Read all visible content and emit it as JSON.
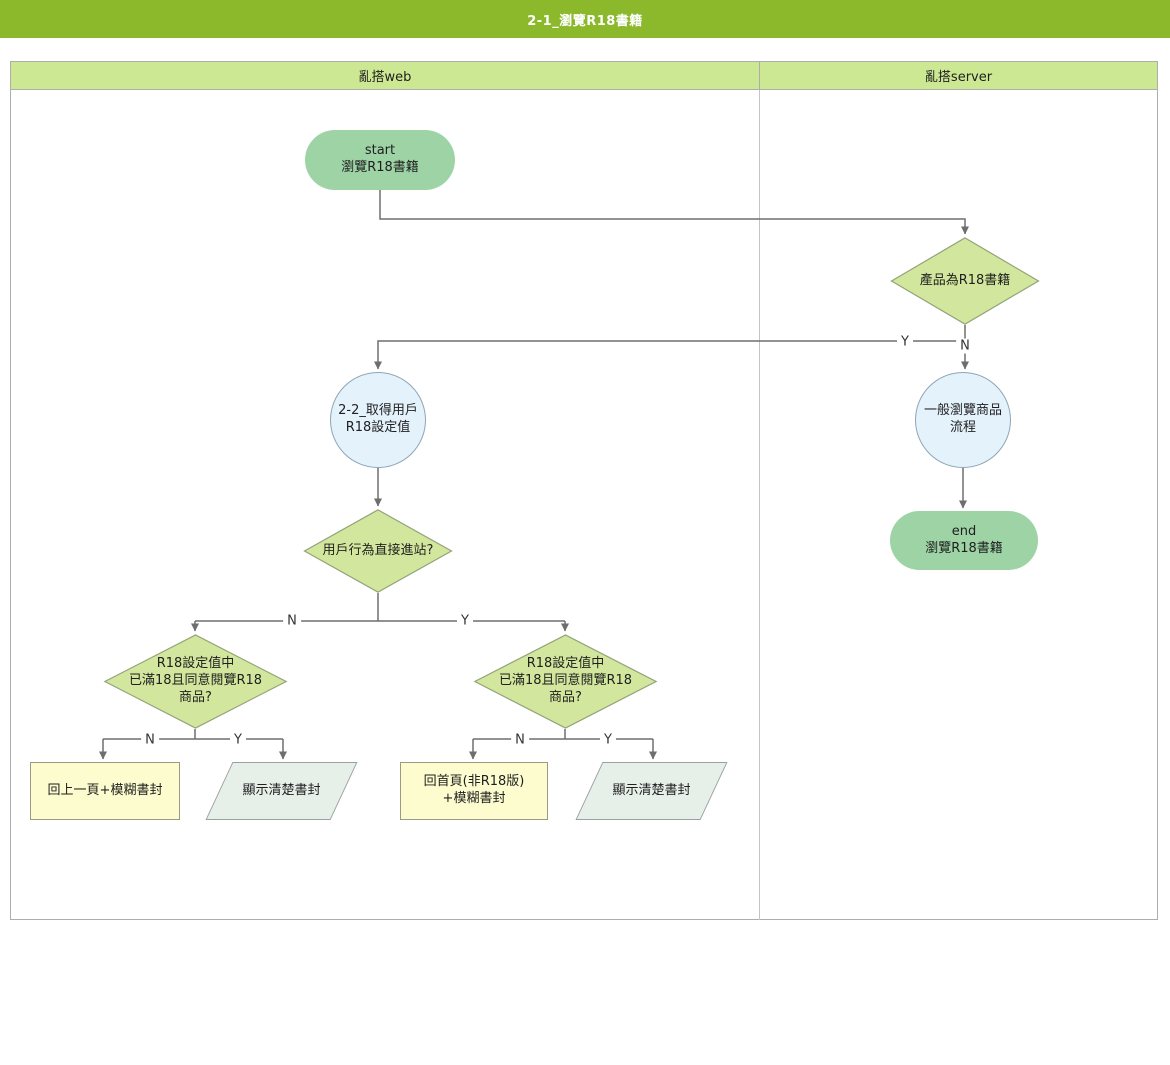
{
  "title_bar": {
    "title": "2-1_瀏覽R18書籍"
  },
  "lanes": [
    {
      "label": "亂搭web"
    },
    {
      "label": "亂搭server"
    }
  ],
  "flowchart": {
    "nodes": {
      "start": "start\n瀏覽R18書籍",
      "decision_is_r18": "產品為R18書籍",
      "get_r18_setting": "2-2_取得用戶\nR18設定值",
      "general_browse": "一般瀏覽商品\n流程",
      "end": "end\n瀏覽R18書籍",
      "decision_direct_entry": "用戶行為直接進站?",
      "decision_r18_ok_left": "R18設定值中\n已滿18且同意閱覽R18\n商品?",
      "decision_r18_ok_right": "R18設定值中\n已滿18且同意閱覽R18\n商品?",
      "back_page_blur": "回上一頁+模糊書封",
      "show_clear_left": "顯示清楚書封",
      "home_non_r18_blur": "回首頁(非R18版)\n+模糊書封",
      "show_clear_right": "顯示清楚書封"
    },
    "edge_labels": {
      "is_r18_yes": "Y",
      "is_r18_no": "N",
      "direct_no": "N",
      "direct_yes": "Y",
      "left_no": "N",
      "left_yes": "Y",
      "right_no": "N",
      "right_yes": "Y"
    }
  },
  "colors": {
    "accent": "#8cb92c",
    "lane_header_fill": "#cde893",
    "decision_fill": "#d2e79d",
    "decision_stroke": "#93a379",
    "terminal_fill": "#9dd3a5",
    "process_fill": "#e4f2fc",
    "process_stroke": "#8fa5b5",
    "result_fill": "#fcfccf",
    "result_stroke": "#9b9b85",
    "io_fill": "#e7efe9",
    "io_stroke": "#9aa0a0",
    "line_color": "#6e6e6e"
  }
}
